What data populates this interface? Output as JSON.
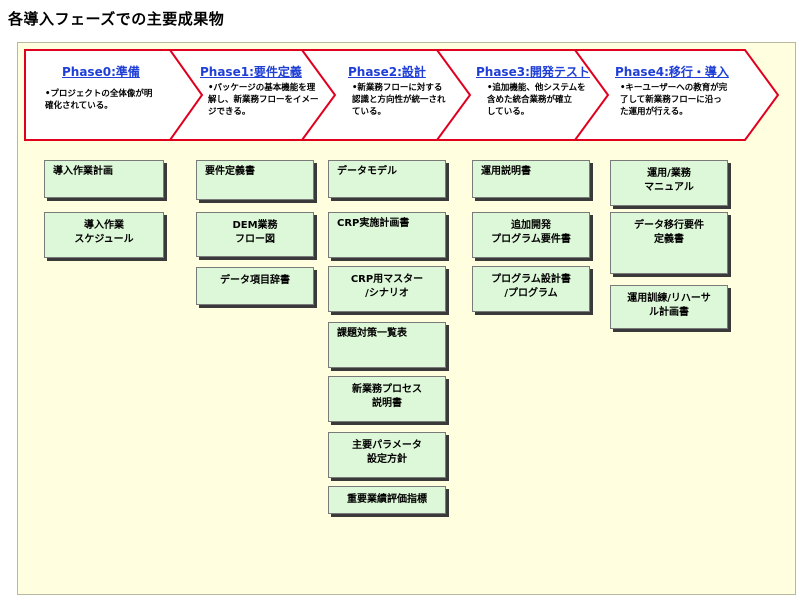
{
  "title": "各導入フェーズでの主要成果物",
  "phases": [
    {
      "title": "Phase0:準備",
      "desc": [
        "•プロジェクトの全体像が明",
        "確化されている。"
      ]
    },
    {
      "title": "Phase1:要件定義",
      "desc": [
        "•パッケージの基本機能を理",
        "解し、新業務フローをイメー",
        "ジできる。"
      ]
    },
    {
      "title": "Phase2:設計",
      "desc": [
        "•新業務フローに対する",
        "認識と方向性が統一され",
        "ている。"
      ]
    },
    {
      "title": "Phase3:開発テスト",
      "desc": [
        "•追加機能、他システムを",
        "含めた統合業務が確立",
        "している。"
      ]
    },
    {
      "title": "Phase4:移行・導入",
      "desc": [
        "•キーユーザーへの教育が完",
        "了して新業務フローに沿っ",
        "た運用が行える。"
      ]
    }
  ],
  "deliverables": {
    "p0": [
      "導入作業計画",
      "導入作業\nスケジュール"
    ],
    "p1": [
      "要件定義書",
      "DEM業務\nフロー図",
      "データ項目辞書"
    ],
    "p2": [
      "データモデル",
      "CRP実施計画書",
      "CRP用マスター\n/シナリオ",
      "課題対策一覧表",
      "新業務プロセス\n説明書",
      "主要パラメータ\n設定方針",
      "重要業績評価指標"
    ],
    "p3": [
      "運用説明書",
      "追加開発\nプログラム要件書",
      "プログラム設計書\n/プログラム"
    ],
    "p4": [
      "運用/業務\nマニュアル",
      "データ移行要件\n定義書",
      "運用訓練/リハーサ\nル計画書"
    ]
  },
  "colors": {
    "chevron_border": "#e0001e",
    "title_blue": "#1f3fd6",
    "box_fill": "#ddf8d8",
    "canvas": "#ffffe0"
  }
}
